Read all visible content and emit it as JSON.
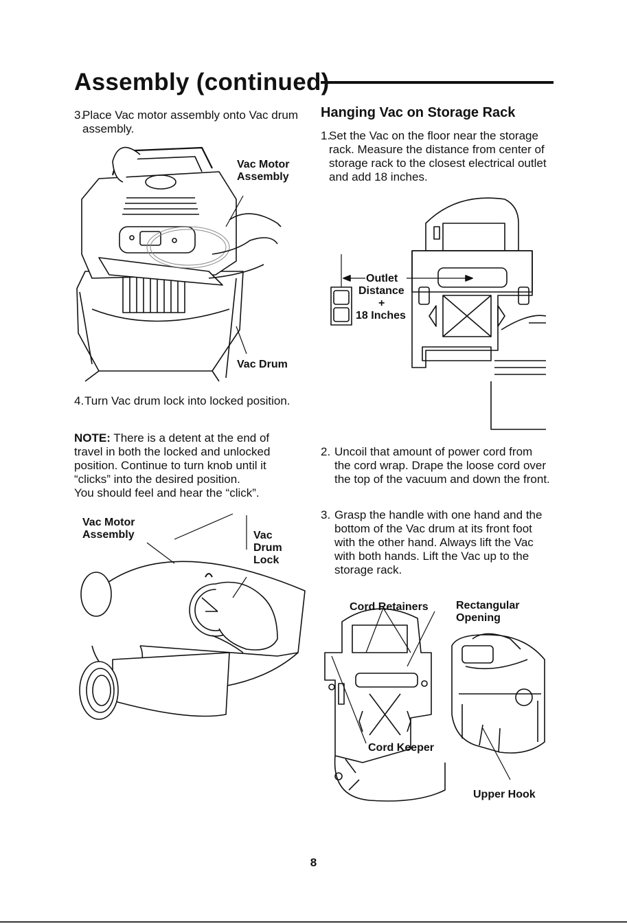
{
  "header": {
    "title": "Assembly (continued)"
  },
  "left_column": {
    "step3": {
      "number": "3.",
      "text": "Place Vac motor assembly onto Vac drum assembly."
    },
    "figure1_labels": {
      "vac_motor_assembly_line1": "Vac Motor",
      "vac_motor_assembly_line2": "Assembly",
      "vac_drum": "Vac Drum"
    },
    "step4": {
      "number": "4.",
      "text": "Turn Vac drum lock into locked position."
    },
    "note": {
      "label": "NOTE:",
      "text": " There is a detent at the end of travel in both the locked and unlocked position. Continue to turn knob until it “clicks” into the desired position.",
      "text2": "You should feel and hear the “click”."
    },
    "figure2_labels": {
      "vac_motor_line1": "Vac Motor",
      "vac_motor_line2": "Assembly",
      "drum_lock_line1": "Vac",
      "drum_lock_line2": "Drum",
      "drum_lock_line3": "Lock"
    }
  },
  "right_column": {
    "heading": "Hanging Vac on Storage Rack",
    "step1": {
      "number": "1.",
      "text": "Set the Vac on the floor near the storage rack. Measure the distance from center of storage rack to the closest electrical outlet and add 18 inches."
    },
    "figure3_labels": {
      "outlet": "Outlet",
      "distance": "Distance",
      "plus": "+",
      "inches": "18 Inches"
    },
    "step2": {
      "number": "2.",
      "text": "Uncoil that amount of power cord from the cord wrap. Drape the loose cord over the top of the vacuum and down the front."
    },
    "step3": {
      "number": "3.",
      "text": "Grasp the handle with one hand and the bottom of the Vac drum at its front foot with the other hand. Always lift the Vac with both hands. Lift the Vac up to the storage rack."
    },
    "figure4_labels": {
      "cord_retainers": "Cord Retainers",
      "rect_opening_line1": "Rectangular",
      "rect_opening_line2": "Opening",
      "cord_keeper": "Cord Keeper",
      "upper_hook": "Upper Hook"
    }
  },
  "footer": {
    "page_number": "8"
  }
}
